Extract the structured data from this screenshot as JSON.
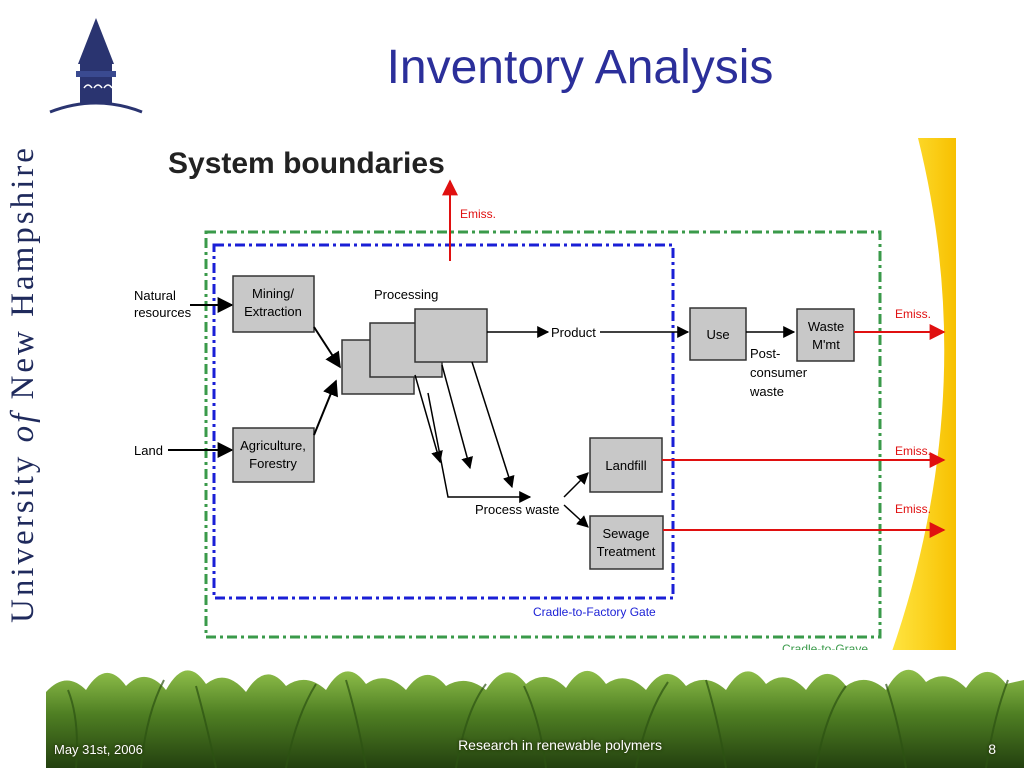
{
  "slide": {
    "title": "Inventory Analysis",
    "sidebar_text_a": "University ",
    "sidebar_text_of": "of",
    "sidebar_text_b": " New Hampshire"
  },
  "diagram": {
    "heading": "System boundaries",
    "inputs": {
      "natural_line1": "Natural",
      "natural_line2": "resources",
      "land": "Land"
    },
    "boxes": {
      "mining_line1": "Mining/",
      "mining_line2": "Extraction",
      "agriculture_line1": "Agriculture,",
      "agriculture_line2": "Forestry",
      "use": "Use",
      "waste_line1": "Waste",
      "waste_line2": "M'mt",
      "landfill": "Landfill",
      "sewage_line1": "Sewage",
      "sewage_line2": "Treatment"
    },
    "labels": {
      "processing": "Processing",
      "product": "Product",
      "post_line1": "Post-",
      "post_line2": "consumer",
      "post_line3": "waste",
      "process_waste": "Process waste",
      "emiss_top": "Emiss.",
      "emiss_waste": "Emiss.",
      "emiss_landfill": "Emiss.",
      "emiss_sewage": "Emiss.",
      "cradle_factory": "Cradle-to-Factory Gate",
      "cradle_grave": "Cradle-to-Grave"
    },
    "colors": {
      "factory_boundary": "#1a1fd6",
      "grave_boundary": "#3a9a4a",
      "emission": "#e01010",
      "box_fill": "#c8c8c8"
    }
  },
  "footer": {
    "date": "May 31st, 2006",
    "center": "Research in renewable polymers",
    "page": "8"
  }
}
